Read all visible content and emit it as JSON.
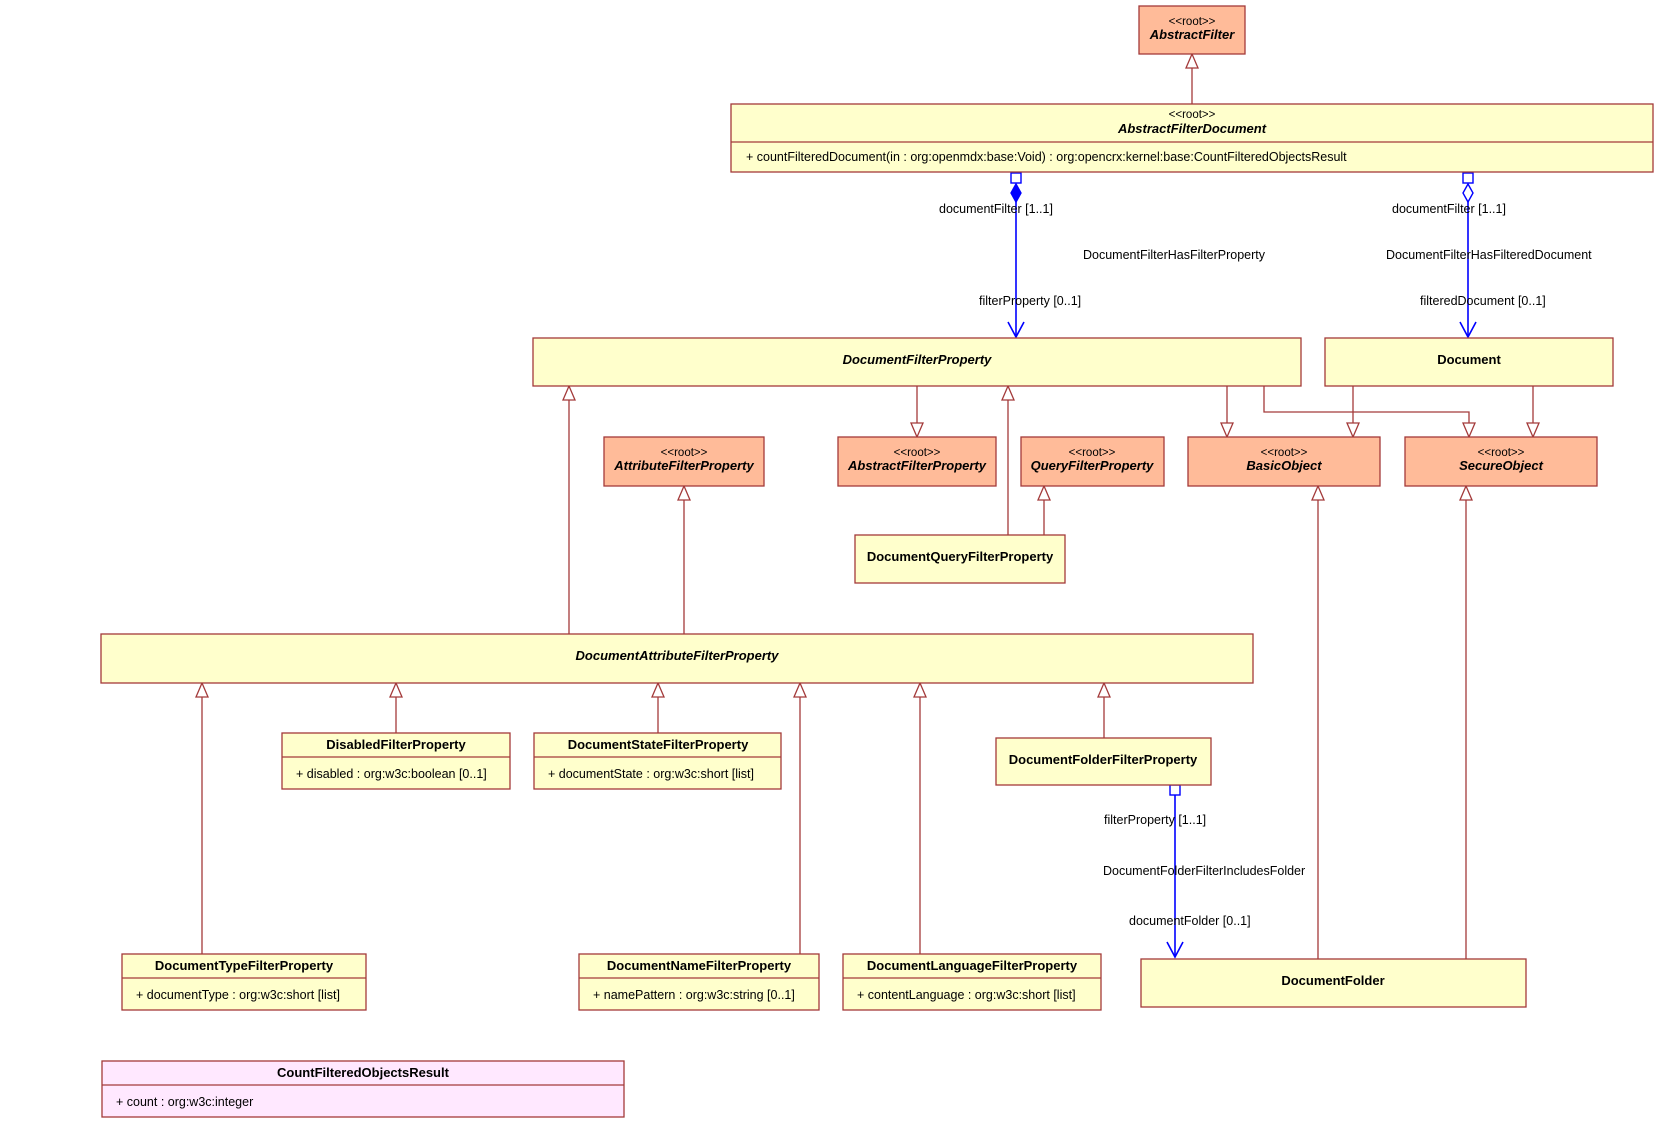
{
  "diagram": {
    "classes": {
      "abstract_filter": {
        "stereotype": "<<root>>",
        "name": "AbstractFilter"
      },
      "abstract_filter_document": {
        "stereotype": "<<root>>",
        "name": "AbstractFilterDocument",
        "operations": [
          "+ countFilteredDocument(in : org:openmdx:base:Void) : org:opencrx:kernel:base:CountFilteredObjectsResult"
        ]
      },
      "document_filter_property": {
        "name": "DocumentFilterProperty"
      },
      "document": {
        "name": "Document"
      },
      "attribute_filter_property": {
        "stereotype": "<<root>>",
        "name": "AttributeFilterProperty"
      },
      "abstract_filter_property": {
        "stereotype": "<<root>>",
        "name": "AbstractFilterProperty"
      },
      "query_filter_property": {
        "stereotype": "<<root>>",
        "name": "QueryFilterProperty"
      },
      "basic_object": {
        "stereotype": "<<root>>",
        "name": "BasicObject"
      },
      "secure_object": {
        "stereotype": "<<root>>",
        "name": "SecureObject"
      },
      "document_query_filter_property": {
        "name": "DocumentQueryFilterProperty"
      },
      "document_attribute_filter_property": {
        "name": "DocumentAttributeFilterProperty"
      },
      "disabled_filter_property": {
        "name": "DisabledFilterProperty",
        "attributes": [
          "+ disabled : org:w3c:boolean [0..1]"
        ]
      },
      "document_state_filter_property": {
        "name": "DocumentStateFilterProperty",
        "attributes": [
          "+ documentState : org:w3c:short [list]"
        ]
      },
      "document_folder_filter_property": {
        "name": "DocumentFolderFilterProperty"
      },
      "document_type_filter_property": {
        "name": "DocumentTypeFilterProperty",
        "attributes": [
          "+ documentType : org:w3c:short [list]"
        ]
      },
      "document_name_filter_property": {
        "name": "DocumentNameFilterProperty",
        "attributes": [
          "+ namePattern : org:w3c:string [0..1]"
        ]
      },
      "document_language_filter_property": {
        "name": "DocumentLanguageFilterProperty",
        "attributes": [
          "+ contentLanguage : org:w3c:short [list]"
        ]
      },
      "document_folder": {
        "name": "DocumentFolder"
      },
      "count_filtered_objects_result": {
        "name": "CountFilteredObjectsResult",
        "attributes": [
          "+ count : org:w3c:integer"
        ]
      }
    },
    "associations": {
      "filter_has_filter_property": {
        "name": "DocumentFilterHasFilterProperty",
        "source_end": "documentFilter [1..1]",
        "target_end": "filterProperty [0..1]"
      },
      "filter_has_filtered_document": {
        "name": "DocumentFilterHasFilteredDocument",
        "source_end": "documentFilter [1..1]",
        "target_end": "filteredDocument [0..1]"
      },
      "folder_filter_includes_folder": {
        "name": "DocumentFolderFilterIncludesFolder",
        "source_end": "filterProperty [1..1]",
        "target_end": "documentFolder [0..1]"
      }
    },
    "colors": {
      "root_fill": "#ffbb99",
      "class_fill": "#ffffcc",
      "struct_fill": "#ffe8ff",
      "border": "#a33a3a",
      "association": "#0000ff"
    }
  }
}
